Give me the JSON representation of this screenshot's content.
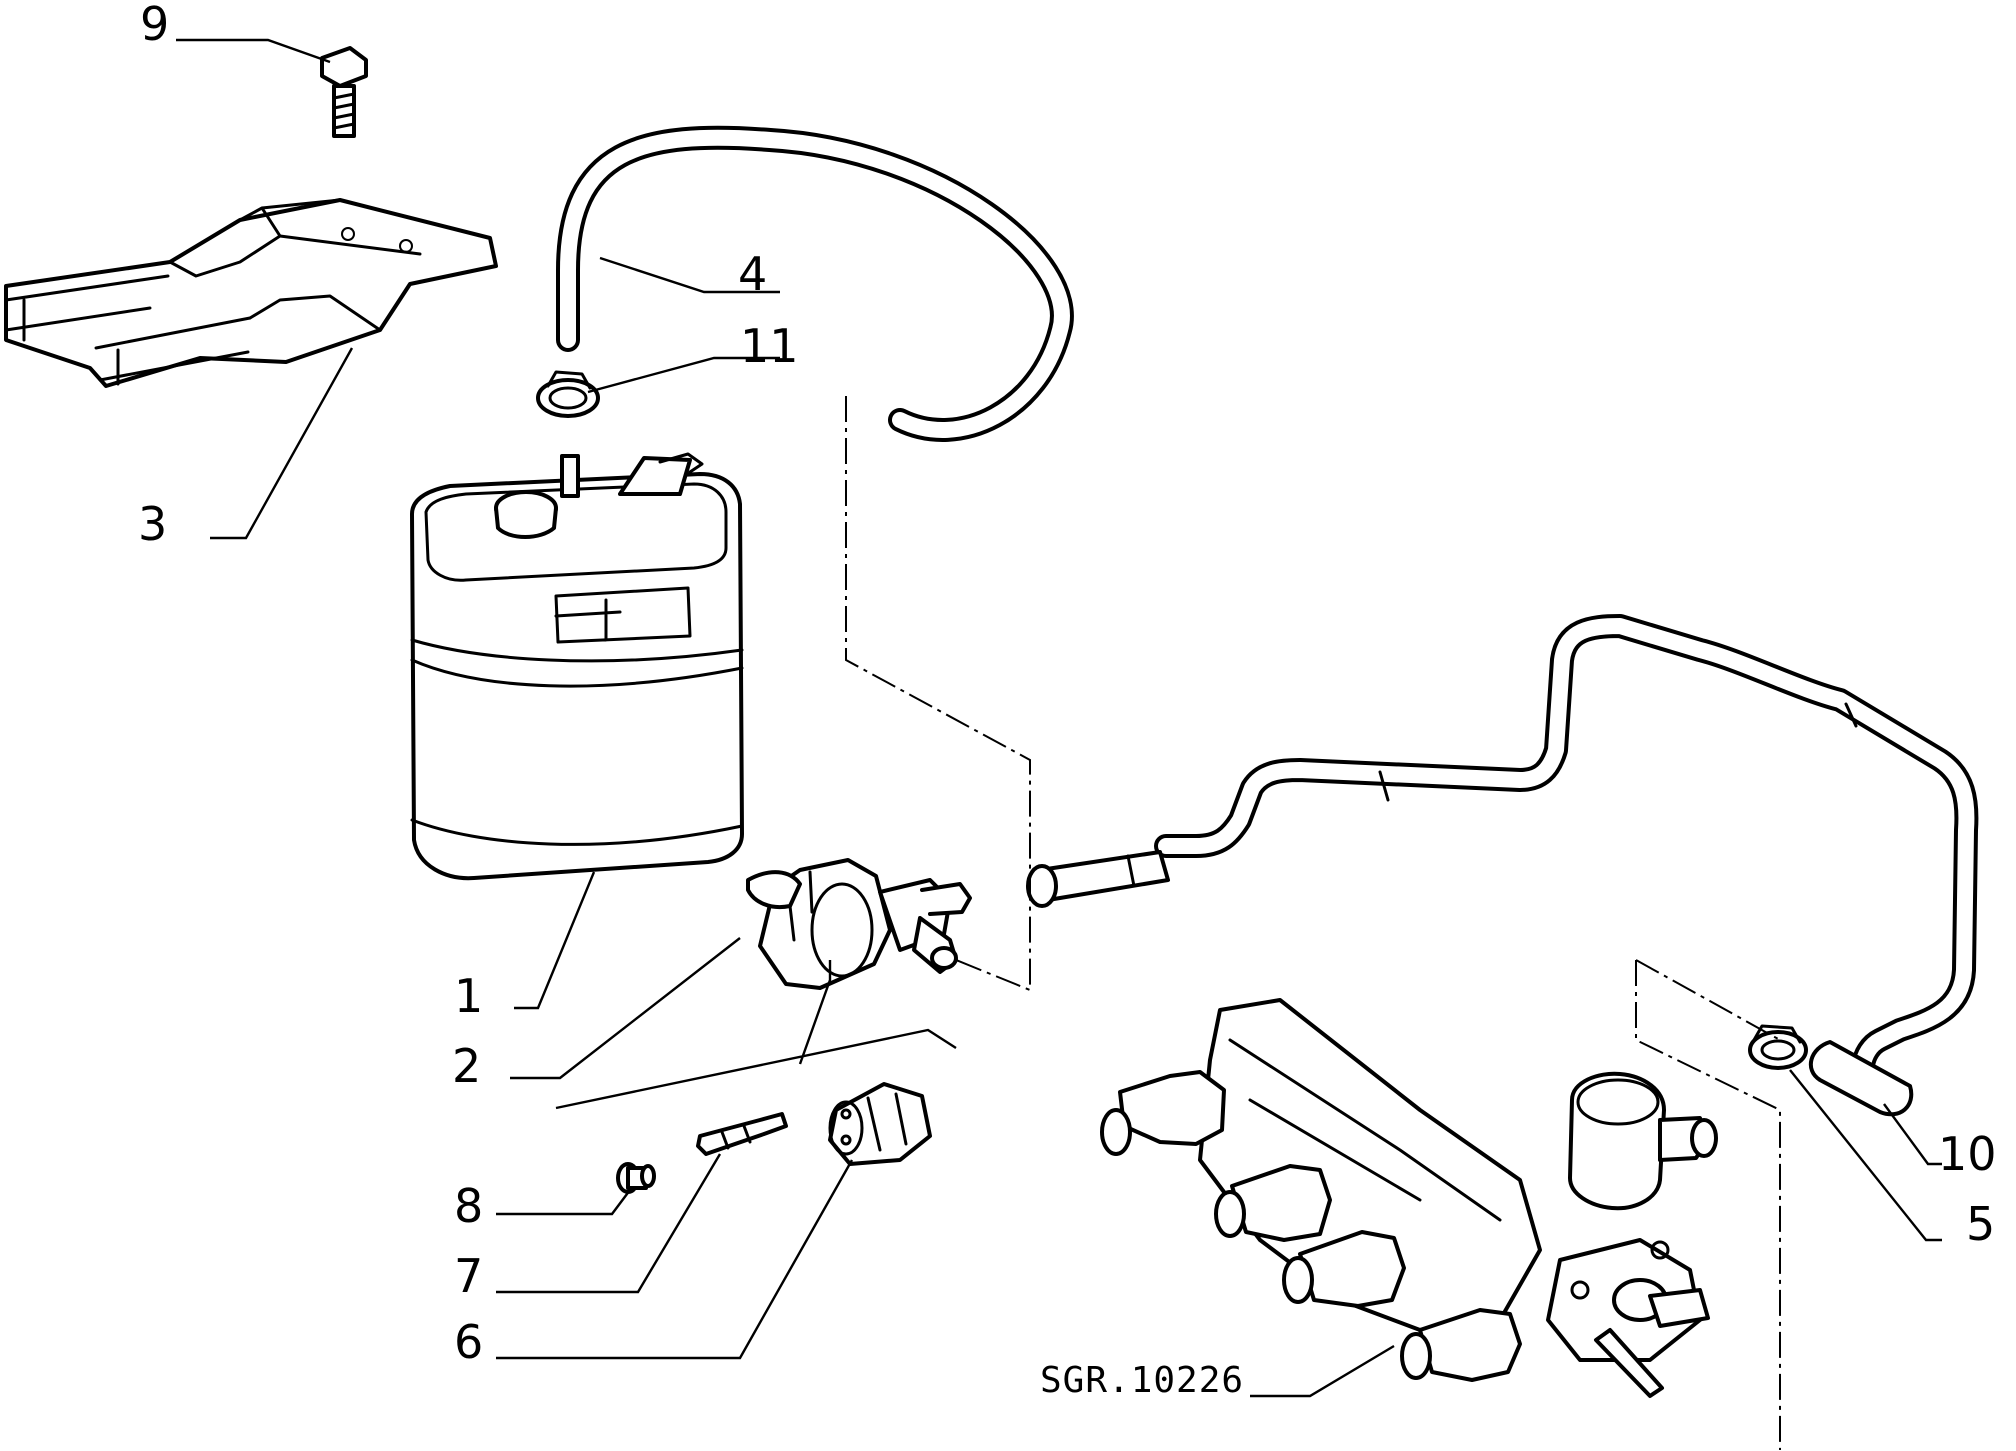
{
  "diagram": {
    "reference_code": "SGR.10226",
    "callouts": {
      "c1": "1",
      "c2": "2",
      "c3": "3",
      "c4": "4",
      "c5": "5",
      "c6": "6",
      "c7": "7",
      "c8": "8",
      "c9": "9",
      "c10": "10",
      "c11": "11"
    }
  }
}
